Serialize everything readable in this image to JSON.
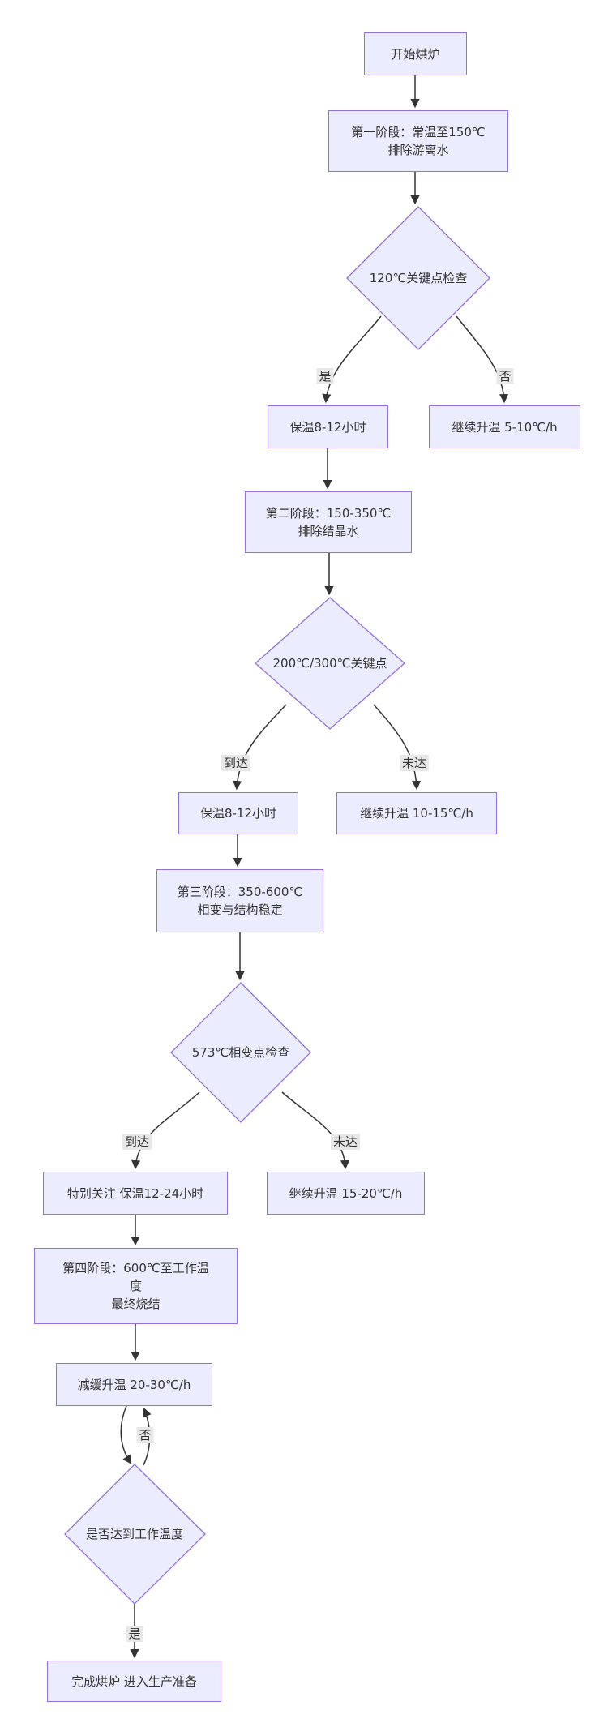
{
  "diagram": {
    "kind": "flowchart-top-down",
    "nodes": {
      "start": {
        "label": "开始烘炉"
      },
      "stage1": {
        "lines": [
          "第一阶段：常温至150℃",
          "排除游离水"
        ]
      },
      "check_120": {
        "label": "120℃关键点检查"
      },
      "hold_8_12_a": {
        "label": "保温8-12小时"
      },
      "continue_5_10": {
        "label": "继续升温 5-10℃/h"
      },
      "stage2": {
        "lines": [
          "第二阶段：150-350℃",
          "排除结晶水"
        ]
      },
      "check_200_300": {
        "label": "200℃/300℃关键点"
      },
      "hold_8_12_b": {
        "label": "保温8-12小时"
      },
      "continue_10_15": {
        "label": "继续升温 10-15℃/h"
      },
      "stage3": {
        "lines": [
          "第三阶段：350-600℃",
          "相变与结构稳定"
        ]
      },
      "check_573": {
        "label": "573℃相变点检查"
      },
      "hold_12_24": {
        "label": "特别关注 保温12-24小时"
      },
      "continue_15_20": {
        "label": "继续升温 15-20℃/h"
      },
      "stage4": {
        "lines": [
          "第四阶段：600℃至工作温",
          "度",
          "最终烧结"
        ]
      },
      "slow_20_30": {
        "label": "减缓升温 20-30℃/h"
      },
      "check_work_temp": {
        "label": "是否达到工作温度"
      },
      "done": {
        "label": "完成烘炉 进入生产准备"
      }
    },
    "edge_labels": {
      "d1_yes": "是",
      "d1_no": "否",
      "d2_reached": "到达",
      "d2_not_reached": "未达",
      "d3_reached": "到达",
      "d3_not_reached": "未达",
      "d4_no": "否",
      "d4_yes": "是"
    },
    "colors": {
      "node_fill": "#ECECFF",
      "node_border": "#9370DB",
      "edge": "#333333",
      "edge_label_bg": "#e8e8e8",
      "text": "#333333",
      "background": "#ffffff"
    }
  }
}
